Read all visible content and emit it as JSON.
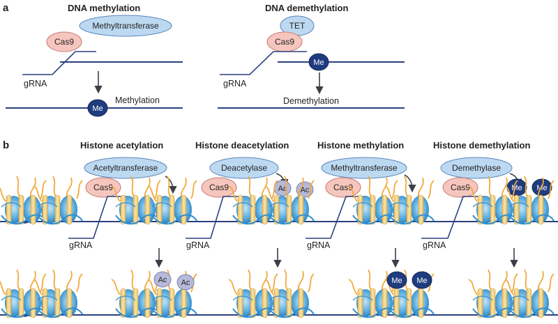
{
  "panel_a": {
    "label": "a",
    "methylation": {
      "title": "DNA methylation",
      "enzyme": "Methyltransferase",
      "cas9": "Cas9",
      "grna": "gRNA",
      "mark": "Me",
      "outcome": "Methylation"
    },
    "demethylation": {
      "title": "DNA demethylation",
      "enzyme": "TET",
      "cas9": "Cas9",
      "grna": "gRNA",
      "mark": "Me",
      "outcome": "Demethylation"
    }
  },
  "panel_b": {
    "label": "b",
    "columns": [
      {
        "title": "Histone acetylation",
        "enzyme": "Acetyltransferase",
        "cas9": "Cas9",
        "grna": "gRNA",
        "before_marks": [],
        "after_marks": [
          "Ac",
          "Ac"
        ],
        "mark_kind": "ac"
      },
      {
        "title": "Histone deacetylation",
        "enzyme": "Deacetylase",
        "cas9": "Cas9",
        "grna": "gRNA",
        "before_marks": [
          "Ac",
          "Ac"
        ],
        "after_marks": [],
        "mark_kind": "ac"
      },
      {
        "title": "Histone methylation",
        "enzyme": "Methyltransferase",
        "cas9": "Cas9",
        "grna": "gRNA",
        "before_marks": [],
        "after_marks": [
          "Me",
          "Me"
        ],
        "mark_kind": "me"
      },
      {
        "title": "Histone demethylation",
        "enzyme": "Demethylase",
        "cas9": "Cas9",
        "grna": "gRNA",
        "before_marks": [
          "Me",
          "Me"
        ],
        "after_marks": [],
        "mark_kind": "me"
      }
    ]
  },
  "colors": {
    "dna": "#2b3f7e",
    "enzyme": "#bcd9f1",
    "cas9": "#f6c6be",
    "methyl_mark": "#1f3c7f",
    "acetyl_mark": "#b6b9d8",
    "histone_core": "#2f8fd0",
    "histone_tail": "#f2a93b"
  }
}
